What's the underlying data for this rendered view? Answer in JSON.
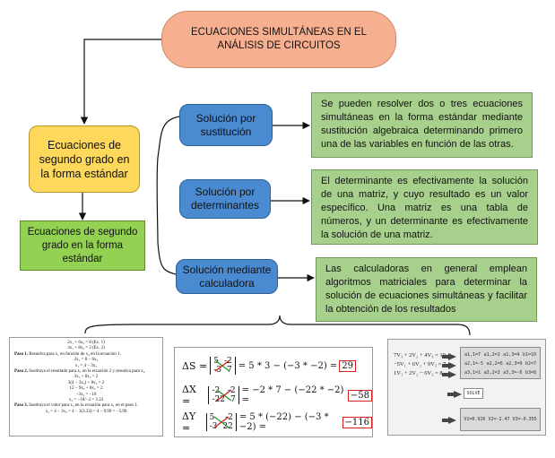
{
  "title": "ECUACIONES SIMULTÁNEAS EN EL ANÁLISIS DE CIRCUITOS",
  "root_node": "Ecuaciones de segundo grado en la forma estándar",
  "child_node": "Ecuaciones de segundo grado en la forma estándar",
  "methods": [
    {
      "label": "Solución por sustitución",
      "description": "Se pueden resolver dos o tres ecuaciones simultáneas en la forma estándar mediante sustitución algebraica determinando primero una de las variables en función de las otras."
    },
    {
      "label": "Solución por determinantes",
      "description": "El determinante es efectivamente la solución de una matriz, y cuyo resultado es un valor específico. Una matriz es una tabla de números, y un determinante es efectivamente la solución de una matriz."
    },
    {
      "label": "Solución mediante calculadora",
      "description": "Las calculadoras en general emplean algoritmos matriciales para determinar la solución de ecuaciones simultáneas y facilitar la obtención de los resultados"
    }
  ],
  "substitution_example": {
    "lines": [
      {
        "style": "c",
        "text": "2x₁ + 6x₂ = 8   (Ec. 1)"
      },
      {
        "style": "c",
        "text": "3x₁ + 8x₂ = 2   (Ec. 2)"
      },
      {
        "style": "l",
        "bold": "Paso 1.",
        "text": " Resuelva para x₁ en función de x₂ en la ecuación 1."
      },
      {
        "style": "c",
        "text": "2x₁ = 8 − 6x₂"
      },
      {
        "style": "c",
        "text": "x₁ = 4 − 3x₂"
      },
      {
        "style": "l",
        "bold": "Paso 2.",
        "text": " Sustituya el resultado para x₁ en la ecuación 2 y resuelva para x₂."
      },
      {
        "style": "c",
        "text": "3x₁ + 8x₂ = 2"
      },
      {
        "style": "c",
        "text": "3(4 − 3x₂) + 8x₂ = 2"
      },
      {
        "style": "c",
        "text": "12 − 9x₂ + 8x₂ = 2"
      },
      {
        "style": "c",
        "text": "−3x₂ = −10"
      },
      {
        "style": "c",
        "text": "x₂ = −10/−3 = 3.33"
      },
      {
        "style": "l",
        "bold": "Paso 3.",
        "text": " Sustituya el valor para x₂ en la ecuación para x₁ en el paso 1."
      },
      {
        "style": "c",
        "text": "x₁ = 4 − 3x₂ = 4 − 3(3.33) = 4 − 9.99 = −5.99"
      }
    ]
  },
  "determinant_example": [
    {
      "label": "ΔS =",
      "m": [
        [
          "5",
          "-2"
        ],
        [
          "-3",
          "7"
        ]
      ],
      "expr": "= 5 * 3 − (−3 * −2) =",
      "result": "29"
    },
    {
      "label": "ΔX =",
      "m": [
        [
          "-2",
          "-2"
        ],
        [
          "-22",
          "7"
        ]
      ],
      "expr": "= −2 * 7 − (−22 * −2) =",
      "result": "−58"
    },
    {
      "label": "ΔY =",
      "m": [
        [
          "5",
          "-2"
        ],
        [
          "-3",
          "22"
        ]
      ],
      "expr": "= 5 * (−22) − (−3 * −2) =",
      "result": "−116"
    }
  ],
  "calculator_example": {
    "equations": [
      "7V₁ + 2V₂ + 4V₃ = 10",
      "−5V₁ + 6V₂ + 9V₃ = 7",
      "1V₁ + 2V₂ − 6V₃ = 8"
    ],
    "matrix_rows": [
      [
        "a1,1=7",
        "a1,2=2",
        "a1,3=4",
        "b1=10"
      ],
      [
        "a2,1=-5",
        "a2,2=6",
        "a2,3=9",
        "b2=7"
      ],
      [
        "a3,1=1",
        "a3,2=2",
        "a3,3=-6",
        "b3=8"
      ]
    ],
    "solve_label": "SOLVE",
    "result": "V1=0.926  V2=-2.47  V3=-0.355"
  },
  "colors": {
    "title": "#f7b08f",
    "root": "#fed85b",
    "method": "#4a8ad0",
    "description": "#a8d08d",
    "child": "#93d152"
  }
}
